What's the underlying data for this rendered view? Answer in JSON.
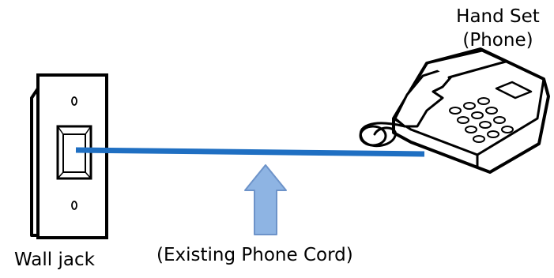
{
  "labels": {
    "handset_line1": "Hand Set",
    "handset_line2": "(Phone)",
    "wall_jack": "Wall jack",
    "cord": "(Existing Phone Cord)"
  },
  "colors": {
    "cord": "#1f6fc2",
    "arrow_fill": "#8eb4e3",
    "arrow_stroke": "#6d93c9",
    "outline": "#000000"
  }
}
